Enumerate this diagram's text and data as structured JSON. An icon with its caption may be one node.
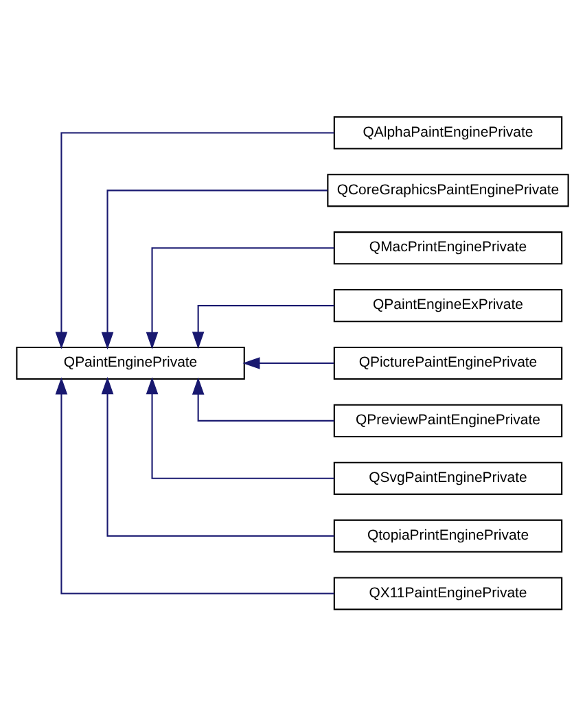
{
  "diagram": {
    "nodes": [
      {
        "text": [
          "QPaintEnginePrivate"
        ]
      },
      {
        "text": [
          "QAlphaPaintEnginePrivate"
        ]
      },
      {
        "text": [
          "QCoreGraphicsPaintEnginePrivate"
        ]
      },
      {
        "text": [
          "QMacPrintEnginePrivate"
        ]
      },
      {
        "text": [
          "QPaintEngineExPrivate"
        ]
      },
      {
        "text": [
          "QPicturePaintEnginePrivate"
        ]
      },
      {
        "text": [
          "QPreviewPaintEnginePrivate"
        ]
      },
      {
        "text": [
          "QSvgPaintEnginePrivate"
        ]
      },
      {
        "text": [
          "QtopiaPrintEnginePrivate"
        ]
      },
      {
        "text": [
          "QX11PaintEnginePrivate"
        ]
      }
    ],
    "edges": [
      {
        "from": 1,
        "to": 0,
        "arrow": "to"
      },
      {
        "from": 2,
        "to": 0,
        "arrow": "to"
      },
      {
        "from": 3,
        "to": 0,
        "arrow": "to"
      },
      {
        "from": 4,
        "to": 0,
        "arrow": "to"
      },
      {
        "from": 5,
        "to": 0,
        "arrow": "to"
      },
      {
        "from": 6,
        "to": 0,
        "arrow": "to"
      },
      {
        "from": 7,
        "to": 0,
        "arrow": "to"
      },
      {
        "from": 8,
        "to": 0,
        "arrow": "to"
      },
      {
        "from": 9,
        "to": 0,
        "arrow": "to"
      }
    ]
  }
}
